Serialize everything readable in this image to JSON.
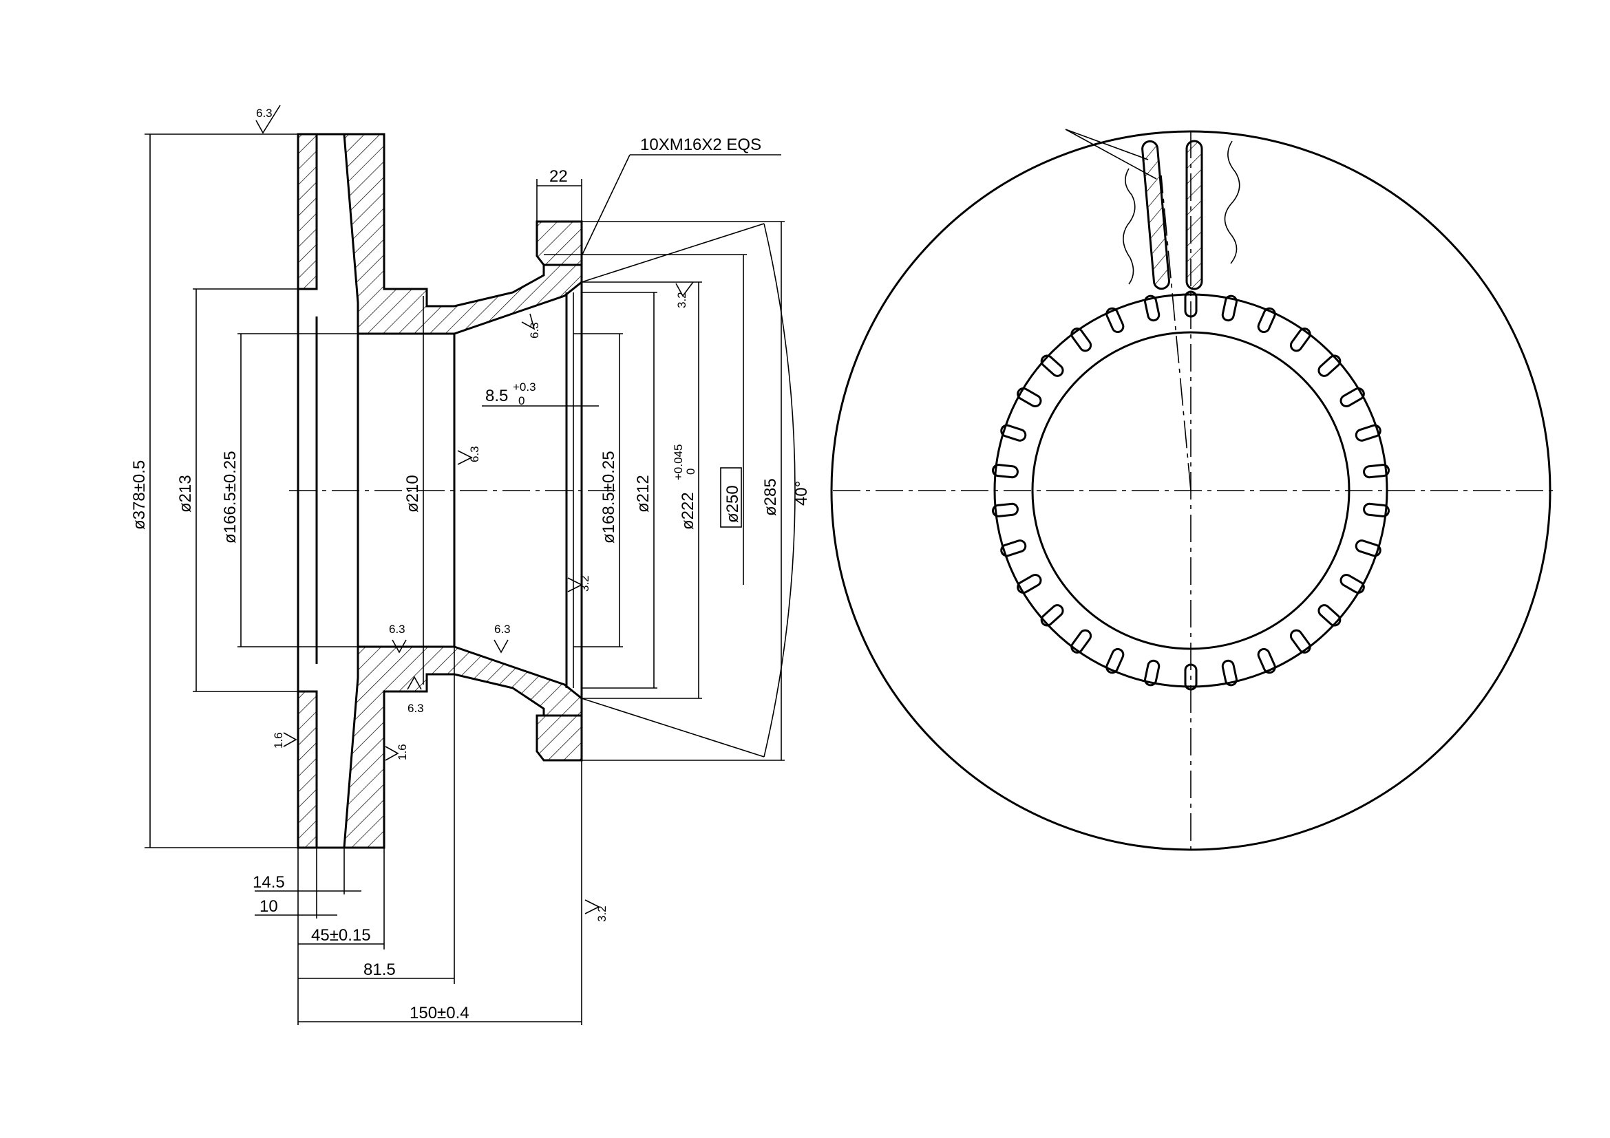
{
  "notes": {
    "thread": "10XM16X2 EQS"
  },
  "dimensions": {
    "d378": "ø378±0.5",
    "d213": "ø213",
    "d166": "ø166.5±0.25",
    "d210": "ø210",
    "d168": "ø168.5±0.25",
    "d212": "ø212",
    "d222": "ø222",
    "d222_tol": "+0.045",
    "d222_tol_lower": "0",
    "d250": "ø250",
    "d285": "ø285",
    "angle": "40°",
    "w22": "22",
    "d85": "8.5",
    "d85_tol": "+0.3",
    "d85_tol_lower": "0",
    "w14": "14.5",
    "w10": "10",
    "w45": "45±0.15",
    "w81": "81.5",
    "w150": "150±0.4"
  },
  "roughness": {
    "r63": "6.3",
    "r32": "3.2",
    "r16": "1.6"
  },
  "front_view": {
    "slot_count": 30
  }
}
